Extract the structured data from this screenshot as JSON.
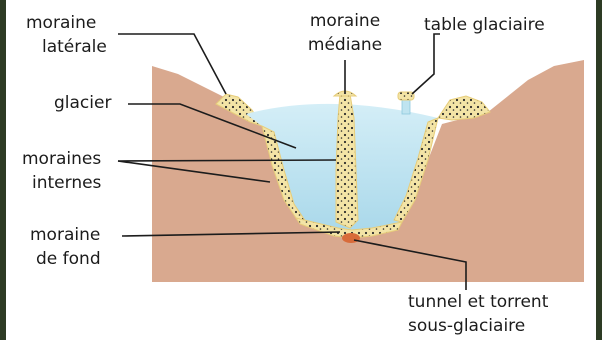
{
  "labels": {
    "moraine_laterale": [
      "moraine",
      "latérale"
    ],
    "moraine_mediane": [
      "moraine",
      "médiane"
    ],
    "table_glaciaire": "table glaciaire",
    "glacier": "glacier",
    "moraines_internes": [
      "moraines",
      "internes"
    ],
    "moraine_de_fond": [
      "moraine",
      "de fond"
    ],
    "tunnel_torrent": [
      "tunnel et torrent",
      "sous-glaciaire"
    ]
  },
  "colors": {
    "rock": "#d9a98f",
    "ice": "#bfe4f0",
    "moraine": "#f3e4a6",
    "leader": "#1c1c1c"
  }
}
